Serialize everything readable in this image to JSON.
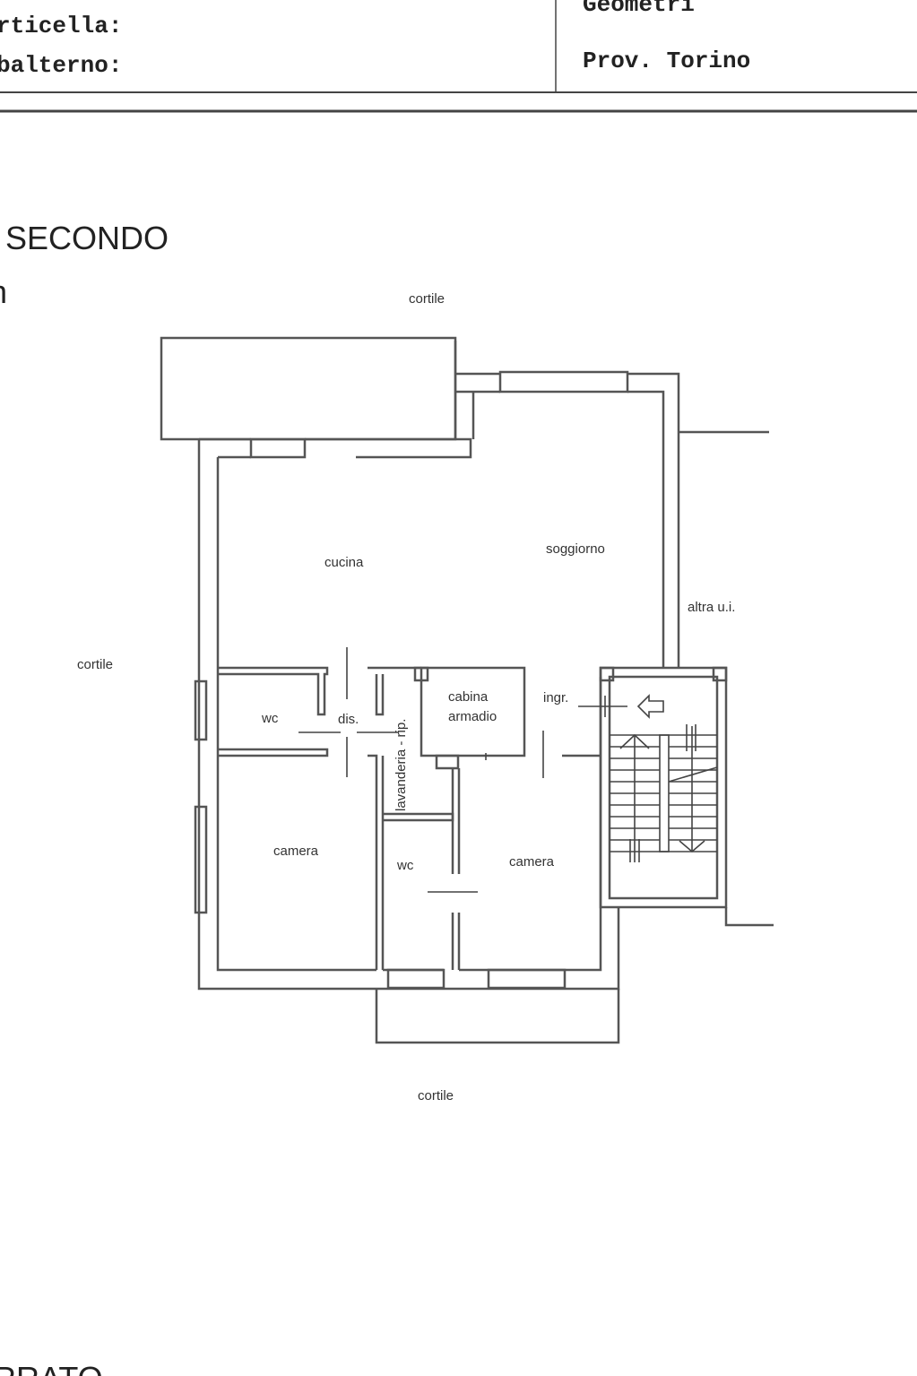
{
  "header": {
    "left_lines": [
      "rticella:",
      "balterno:"
    ],
    "right_lines": [
      "Geometri",
      "Prov. Torino"
    ]
  },
  "plan": {
    "floor_title": "SECONDO",
    "sub_title_fragment": "h",
    "bottom_title_fragment": "RRATO",
    "labels": {
      "cortile_top": "cortile",
      "cortile_left": "cortile",
      "cortile_bottom": "cortile",
      "altra_ui": "altra u.i.",
      "cucina": "cucina",
      "soggiorno": "soggiorno",
      "wc_1": "wc",
      "dis": "dis.",
      "lavanderia": "lavanderia - rip.",
      "cabina": "cabina",
      "armadio": "armadio",
      "ingr": "ingr.",
      "camera_1": "camera",
      "wc_2": "wc",
      "camera_2": "camera"
    },
    "icons": [
      "entrance-arrow-icon",
      "staircase-icon"
    ]
  }
}
